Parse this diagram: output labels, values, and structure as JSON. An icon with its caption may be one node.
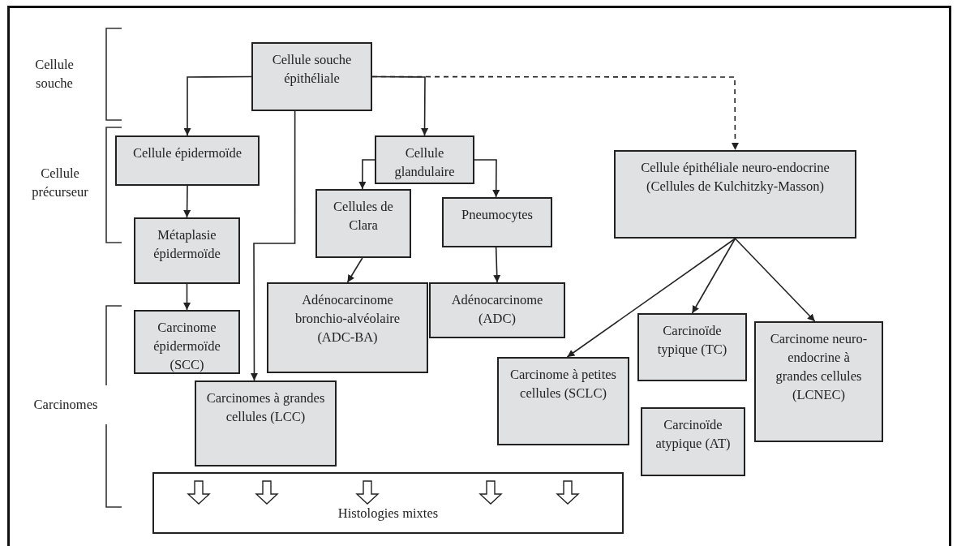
{
  "diagram": {
    "nodes": [
      {
        "text": [
          "Cellule souche épithéliale"
        ]
      },
      {
        "text": [
          "Cellule épidermoïde"
        ]
      },
      {
        "text": [
          "Cellule glandulaire"
        ]
      },
      {
        "text": [
          "Cellule épithéliale neuro-endocrine (Cellules de Kulchitzky-Masson)"
        ]
      },
      {
        "text": [
          "Métaplasie épidermoïde"
        ]
      },
      {
        "text": [
          "Cellules de Clara"
        ]
      },
      {
        "text": [
          "Pneumocytes"
        ]
      },
      {
        "text": [
          "Adénocarcinome bronchio-alvéolaire (ADC-BA)"
        ]
      },
      {
        "text": [
          "Adénocarcinome (ADC)"
        ]
      },
      {
        "text": [
          "Carcinome épidermoïde (SCC)"
        ]
      },
      {
        "text": [
          "Carcinoïde typique (TC)"
        ]
      },
      {
        "text": [
          "Carcinome neuro-endocrine à grandes cellules (LCNEC)"
        ]
      },
      {
        "text": [
          "Carcinome à petites cellules (SCLC)"
        ]
      },
      {
        "text": [
          "Carcinomes à grandes cellules (LCC)"
        ]
      },
      {
        "text": [
          "Carcinoïde atypique (AT)"
        ]
      },
      {
        "text": [
          "Histologies mixtes"
        ]
      }
    ],
    "edges": [
      {
        "from": 0,
        "to": 1,
        "arrow": "to"
      },
      {
        "from": 0,
        "to": 2,
        "arrow": "to"
      },
      {
        "from": 0,
        "to": 3,
        "arrow": "to",
        "style": "dashed"
      },
      {
        "from": 0,
        "to": 13,
        "arrow": "to"
      },
      {
        "from": 1,
        "to": 4,
        "arrow": "to"
      },
      {
        "from": 4,
        "to": 9,
        "arrow": "to"
      },
      {
        "from": 2,
        "to": 5,
        "arrow": "to"
      },
      {
        "from": 2,
        "to": 6,
        "arrow": "to"
      },
      {
        "from": 5,
        "to": 7,
        "arrow": "to"
      },
      {
        "from": 6,
        "to": 8,
        "arrow": "to"
      },
      {
        "from": 3,
        "to": 12,
        "arrow": "to"
      },
      {
        "from": 3,
        "to": 10,
        "arrow": "to"
      },
      {
        "from": 3,
        "to": 11,
        "arrow": "to"
      }
    ],
    "labels": [
      "Cellule souche",
      "Cellule précurseur",
      "Carcinomes"
    ]
  }
}
